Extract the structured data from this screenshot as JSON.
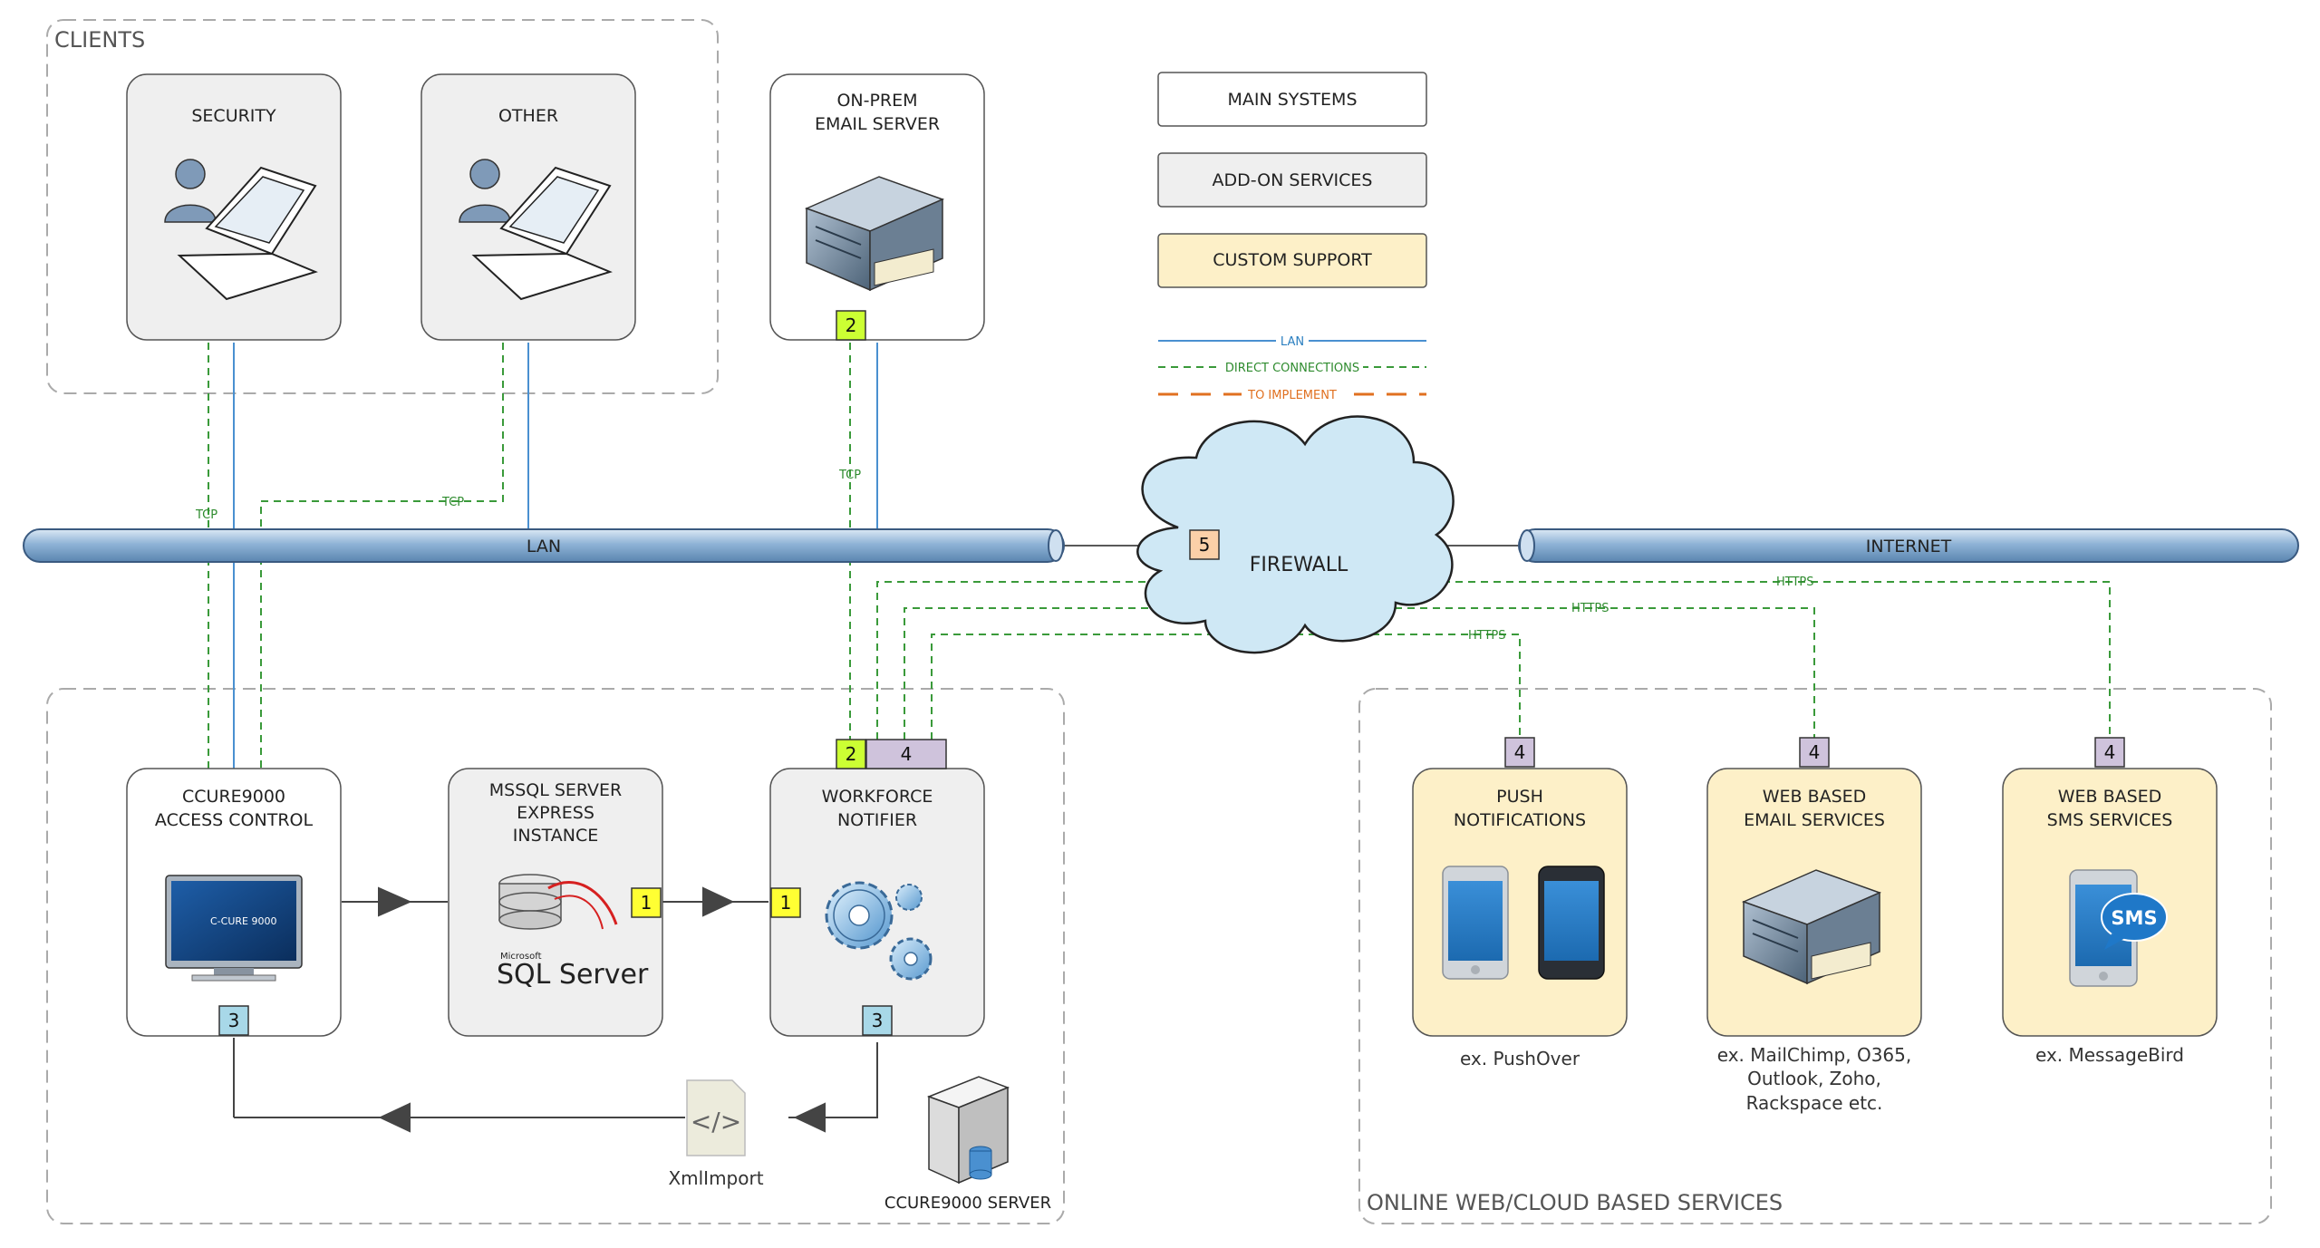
{
  "groups": {
    "clients": "CLIENTS",
    "online": "ONLINE WEB/CLOUD BASED SERVICES"
  },
  "nodes": {
    "security": "SECURITY",
    "other": "OTHER",
    "onprem_line1": "ON-PREM",
    "onprem_line2": "EMAIL SERVER",
    "ccure_line1": "CCURE9000",
    "ccure_line2": "ACCESS CONTROL",
    "mssql_line1": "MSSQL SERVER",
    "mssql_line2": "EXPRESS",
    "mssql_line3": "INSTANCE",
    "workforce_line1": "WORKFORCE",
    "workforce_line2": "NOTIFIER",
    "push_line1": "PUSH",
    "push_line2": "NOTIFICATIONS",
    "webemail_line1": "WEB BASED",
    "webemail_line2": "EMAIL SERVICES",
    "websms_line1": "WEB BASED",
    "websms_line2": "SMS SERVICES",
    "firewall": "FIREWALL",
    "lan": "LAN",
    "internet": "INTERNET",
    "xmlimport": "XmlImport",
    "ccure_server": "CCURE9000 SERVER",
    "ccure_screen": "C-CURE 9000",
    "sql_microsoft": "Microsoft",
    "sql_server": "SQL Server",
    "sms_bubble": "SMS"
  },
  "examples": {
    "push": "ex. PushOver",
    "email_line1": "ex. MailChimp, O365,",
    "email_line2": "Outlook, Zoho,",
    "email_line3": "Rackspace etc.",
    "sms": "ex. MessageBird"
  },
  "legend": {
    "main": "MAIN SYSTEMS",
    "addon": "ADD-ON SERVICES",
    "custom": "CUSTOM SUPPORT",
    "lan": "LAN",
    "direct": "DIRECT CONNECTIONS",
    "implement": "TO IMPLEMENT"
  },
  "connections": {
    "tcp": "TCP",
    "https": "HTTPS"
  },
  "badges": {
    "one": "1",
    "two": "2",
    "three": "3",
    "four": "4",
    "five": "5"
  },
  "colors": {
    "main_fill": "#ffffff",
    "addon_fill": "#efefef",
    "custom_fill": "#fdf0c8",
    "lan_line": "#4a90d0",
    "direct_line": "#3a9a3a",
    "implement_line": "#e07020",
    "badge_yellow": "#ffff33",
    "badge_green": "#ccff33",
    "badge_teal": "#a8d8e8",
    "badge_purple": "#cfc3dc",
    "badge_orange": "#fbd0a8"
  }
}
